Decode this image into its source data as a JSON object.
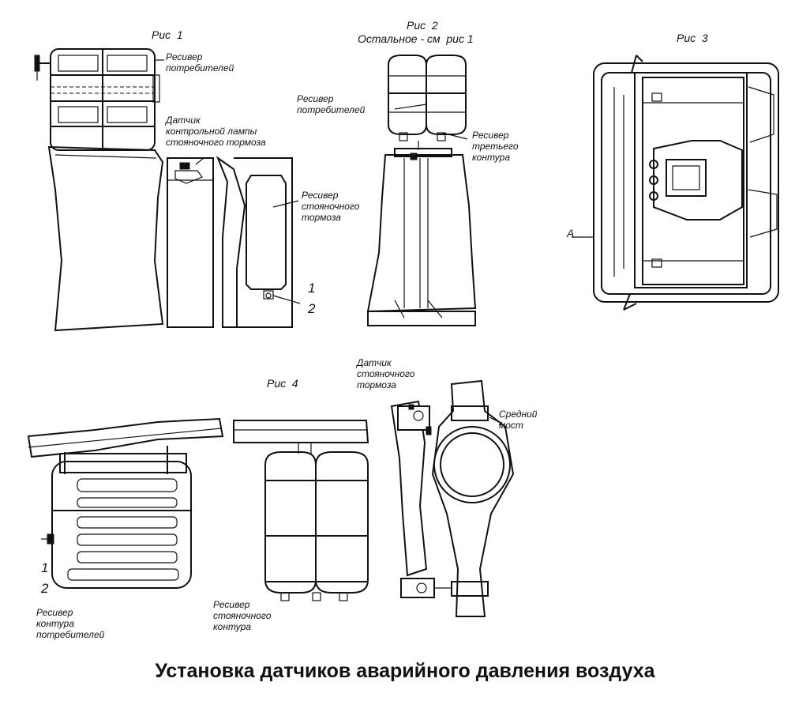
{
  "figures": {
    "fig1": "Рис  1",
    "fig2_title": "Рис  2",
    "fig2_note": "Остальное - см  рис 1",
    "fig3": "Рис  3",
    "fig4": "Рис  4"
  },
  "labels": {
    "fig1_receiver_consumers": "Ресивер\nпотребителей",
    "fig1_sensor_lamp": "Датчик\nконтрольной лампы\nстояночного тормоза",
    "fig1_receiver_parking": "Ресивер\nстояночного\nтормоза",
    "fig1_num1": "1",
    "fig1_num2": "2",
    "fig2_receiver_consumers": "Ресивер\nпотребителей",
    "fig2_receiver_third": "Ресивер\nтретьего\nконтура",
    "fig3_view_a": "A",
    "fig4_num1": "1",
    "fig4_num2": "2",
    "fig4_receiver_consumers": "Ресивер\nконтура\nпотребителей",
    "fig4_receiver_parking": "Ресивер\nстояночного\nконтура",
    "fig4_sensor_parking": "Датчик\nстояночного\nтормоза",
    "fig4_middle_axle": "Средний\nмост"
  },
  "caption": "Установка датчиков аварийного давления воздуха",
  "colors": {
    "ink": "#111111",
    "paper": "#ffffff"
  }
}
